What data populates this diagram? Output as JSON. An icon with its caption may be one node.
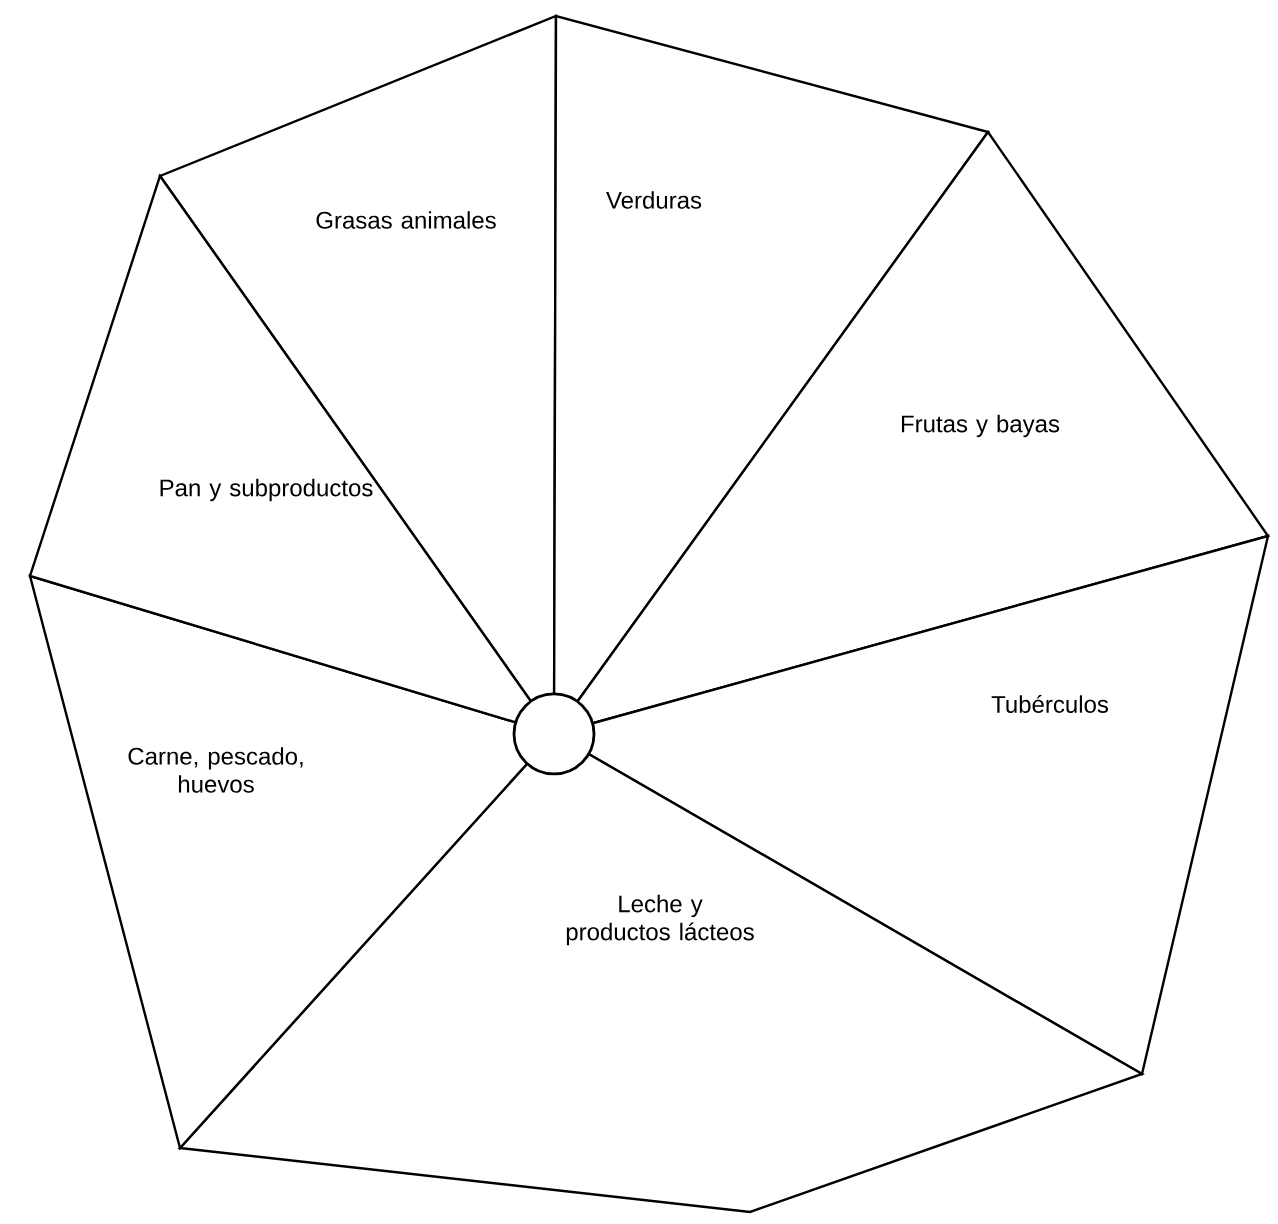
{
  "diagram": {
    "nodes": [
      {
        "text": [
          "Grasas animales"
        ]
      },
      {
        "text": [
          "Verduras"
        ]
      },
      {
        "text": [
          "Frutas y bayas"
        ]
      },
      {
        "text": [
          "Tubérculos"
        ]
      },
      {
        "text": [
          "Leche y productos lácteos"
        ]
      },
      {
        "text": [
          "Carne, pescado, huevos"
        ]
      },
      {
        "text": [
          "Pan y subproductos"
        ]
      }
    ]
  }
}
